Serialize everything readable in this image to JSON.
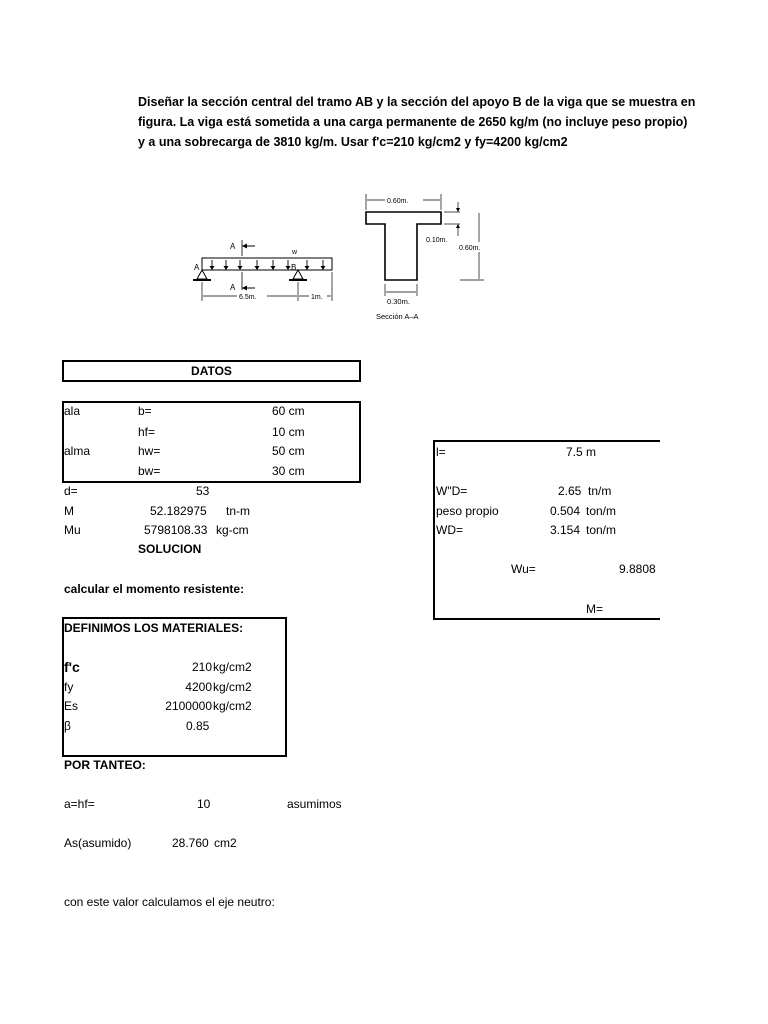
{
  "problem": {
    "line1": "Diseñar la sección central del tramo AB y la sección del apoyo B de la viga que se muestra en",
    "line2": "figura. La viga está sometida a una carga permanente de 2650 kg/m (no incluye peso propio)",
    "line3": "y a una sobrecarga de 3810 kg/m. Usar f'c=210 kg/cm2 y fy=4200 kg/cm2"
  },
  "figure": {
    "beam": {
      "label_a_top": "A",
      "label_w": "w",
      "label_a_left": "A",
      "label_b": "B",
      "label_a_bottom": "A",
      "span1": "6.5m.",
      "span2": "1m."
    },
    "section": {
      "flange_width": "0.60m.",
      "flange_thickness": "0.10m.",
      "height": "0.60m.",
      "web_width": "0.30m.",
      "caption": "Sección A–A"
    }
  },
  "datos": {
    "header": "DATOS",
    "rows": [
      {
        "group": "ala",
        "name": "b=",
        "value": "60 cm"
      },
      {
        "group": "",
        "name": "hf=",
        "value": "10 cm"
      },
      {
        "group": "alma",
        "name": "hw=",
        "value": "50 cm"
      },
      {
        "group": "",
        "name": "bw=",
        "value": "30 cm"
      }
    ]
  },
  "calc": {
    "d_label": "d=",
    "d_value": "53",
    "m_label": "M",
    "m_value": "52.182975",
    "m_unit": "tn-m",
    "mu_label": "Mu",
    "mu_value": "5798108.33",
    "mu_unit": "kg-cm",
    "solucion": "SOLUCION",
    "calcular": "calcular el momento resistente:"
  },
  "materiales": {
    "title": "DEFINIMOS LOS MATERIALES:",
    "rows": [
      {
        "name": "f'c",
        "value": "210",
        "unit": "kg/cm2"
      },
      {
        "name": "fy",
        "value": "4200",
        "unit": "kg/cm2"
      },
      {
        "name": "Es",
        "value": "2100000",
        "unit": "kg/cm2"
      },
      {
        "name": "β",
        "value": "0.85",
        "unit": ""
      }
    ]
  },
  "tanteo": {
    "title": "POR TANTEO:",
    "a_label": "a=hf=",
    "a_value": "10",
    "a_note": "asumimos",
    "as_label": "As(asumido)",
    "as_value": "28.760",
    "as_unit": "cm2",
    "neutral": "con este valor calculamos el eje neutro:"
  },
  "loads": {
    "l_label": "l=",
    "l_value": "7.5",
    "l_unit": "m",
    "wd1_label": "W\"D=",
    "wd1_value": "2.65",
    "wd1_unit": "tn/m",
    "pp_label": "peso propio",
    "pp_value": "0.504",
    "pp_unit": "ton/m",
    "wd_label": "WD=",
    "wd_value": "3.154",
    "wd_unit": "ton/m",
    "wu_label": "Wu=",
    "wu_value": "9.8808",
    "m_label": "M="
  }
}
